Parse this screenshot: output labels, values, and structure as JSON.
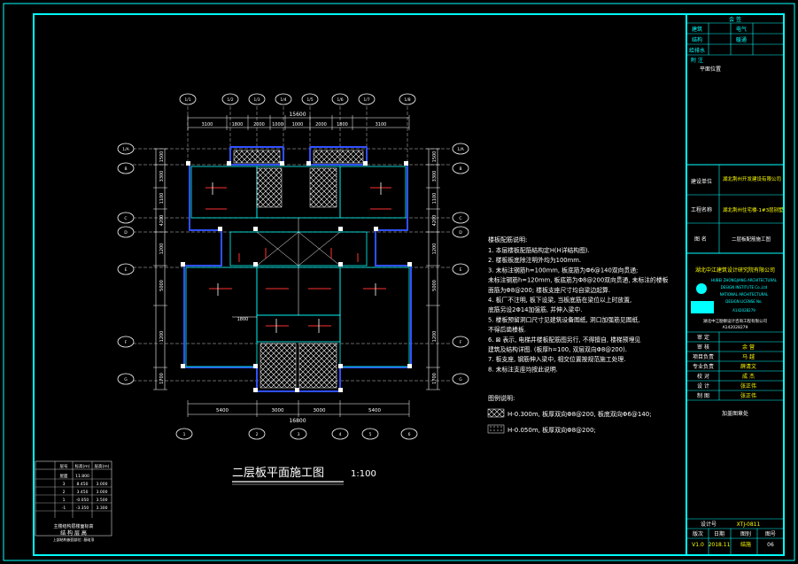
{
  "drawing": {
    "title": "二层板平面施工图",
    "scale": "1:100"
  },
  "top_dims": {
    "total": "15600",
    "segments": [
      "3100",
      "1800",
      "2000",
      "1000",
      "1000",
      "2000",
      "1800",
      "3100"
    ]
  },
  "bottom_dims": {
    "segments": [
      "5400",
      "3000",
      "3000",
      "5400"
    ],
    "total": "16800"
  },
  "left_dims": [
    "1500",
    "3300",
    "1100",
    "4200",
    "1200",
    "5000",
    "1200",
    "1700"
  ],
  "right_dims": [
    "1500",
    "3300",
    "1100",
    "4200",
    "1200",
    "5000",
    "1200",
    "1700"
  ],
  "notes": {
    "heading": "楼板配筋说明:",
    "items": [
      "1. 本层楼板配筋结构定H(H详结构图).",
      "2. 楼板板底除注明外均为100mm.",
      "3. 未标注钢筋h=100mm, 板底筋为Φ6@140双向贯通;",
      "   未标注钢筋h=120mm, 板底筋为Φ8@200双向贯通, 未标注的楼板",
      "   面筋为Φ8@200; 楼板支座尺寸均自梁边起算.",
      "4. 板厂不注明, 板下设梁, 当板底筋在梁位以上时放置,",
      "   底筋另设2Φ14加强筋, 并伸入梁中.",
      "5. 楼板预留洞口尺寸见建筑设备图纸, 洞口加强筋见图纸,",
      "   不得后凿楼板.",
      "6. ⊠ 表示, 电梯井楼板配筋图另行, 不得擅自, 楼梯预埋见",
      "   建筑及结构详图. (板厚h=100, 双层双向Φ8@200).",
      "7. 板支座, 钢筋伸入梁中, 相交位置按规范施工处理.",
      "8. 未标注支座均按此说明."
    ]
  },
  "legend": {
    "heading": "图例说明:",
    "items": [
      "H-0.300m, 板厚双向Φ8@200, 板底双向Φ6@140;",
      "H-0.050m, 板厚双向Φ8@200;"
    ]
  },
  "axes_top": [
    "1/1",
    "1/2",
    "1/3",
    "1/4",
    "1/5",
    "1/6",
    "1/7",
    "1/8"
  ],
  "axes_bottom": [
    "1",
    "2",
    "3",
    "4",
    "5",
    "6"
  ],
  "axes_left": [
    "1/A",
    "B",
    "C",
    "D",
    "E",
    "F",
    "G"
  ],
  "axes_right": [
    "1/A",
    "B",
    "C",
    "D",
    "E",
    "F",
    "G"
  ],
  "level_table": {
    "header": [
      "层号",
      "标高(m)",
      "层高(m)"
    ],
    "rows": [
      [
        "屋面",
        "11.800",
        ""
      ],
      [
        "3",
        "8.450",
        "3.000"
      ],
      [
        "2",
        "3.450",
        "3.000"
      ],
      [
        "1",
        "-0.050",
        "3.500"
      ],
      [
        "-1",
        "-3.350",
        "3.300"
      ]
    ],
    "caption1": "主楼结构层楼面标高",
    "caption2": "结 构 层 高",
    "caption3": "上部结构嵌固部位: 基础顶"
  },
  "title_block": {
    "huiqian": "会 签",
    "rows_top": [
      [
        "建筑",
        "",
        "电气",
        ""
      ],
      [
        "结构",
        "",
        "暖通",
        ""
      ],
      [
        "给排水",
        "",
        "",
        ""
      ]
    ],
    "remark_label": "附 注",
    "remark_value": "平面位置",
    "client_label": "建设单位",
    "client_value": "湖北荆州开发建设有限公司",
    "project_label": "工程名称",
    "project_value": "湖北荆州住宅楼-1#3层别墅",
    "drawing_label": "图 名",
    "drawing_value": "二层板配筋施工图",
    "company_cn": "湖北中江建筑设计研究院有限公司",
    "company_en1": "HUBEI ZHONGJIANG ARCHITECTURAL",
    "company_en2": "DESIGN INSTITUTE Co.,Ltd",
    "company_en3": "NATIONAL ARCHITECTURAL",
    "company_en4": "DESIGN LICENSE No.",
    "license_no": "A142028279",
    "cert_line": "湖北中江勘察设计咨询工程有限公司",
    "cert_no": "A142028279",
    "roles": [
      [
        "审 定",
        ""
      ],
      [
        "审 核",
        "余 营"
      ],
      [
        "项目负责",
        "马 越"
      ],
      [
        "专业负责",
        "薛清文"
      ],
      [
        "校 对",
        "成 杰"
      ],
      [
        "设 计",
        "张正伟"
      ],
      [
        "制 图",
        "张正伟"
      ]
    ],
    "stamp": "加盖图章处",
    "footer_labels": [
      "设计号",
      "XTJ-0811",
      ""
    ],
    "footer_row": [
      "版次",
      "日期",
      "图别",
      "图号"
    ],
    "footer_values": [
      "V1.0",
      "2018.11",
      "结施",
      "06"
    ]
  },
  "colors": {
    "frame": "#00ffff",
    "text": "#ffffff",
    "yellow": "#ffff00",
    "wall": "#3050ff",
    "magenta": "#ff00ff"
  }
}
